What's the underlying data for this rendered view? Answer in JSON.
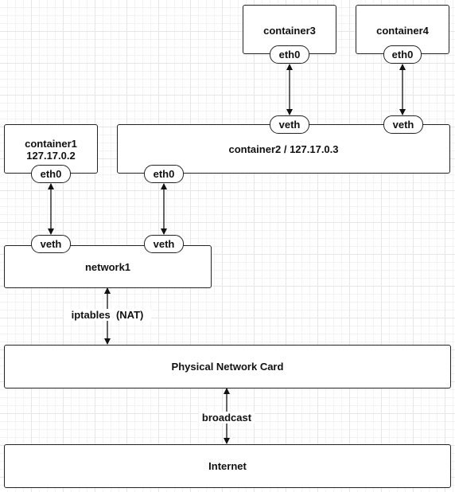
{
  "nodes": {
    "container1": {
      "name": "container1",
      "ip": "127.17.0.2",
      "eth": "eth0"
    },
    "container2": {
      "label": "container2 / 127.17.0.3",
      "eth": "eth0",
      "veth_c3": "veth",
      "veth_c4": "veth"
    },
    "container3": {
      "name": "container3",
      "eth": "eth0"
    },
    "container4": {
      "name": "container4",
      "eth": "eth0"
    },
    "network1": {
      "name": "network1",
      "veth_c1": "veth",
      "veth_c2": "veth"
    },
    "physical": {
      "name": "Physical Network Card"
    },
    "internet": {
      "name": "Internet"
    }
  },
  "edges": {
    "iptables": "iptables  (NAT)",
    "broadcast": "broadcast"
  }
}
